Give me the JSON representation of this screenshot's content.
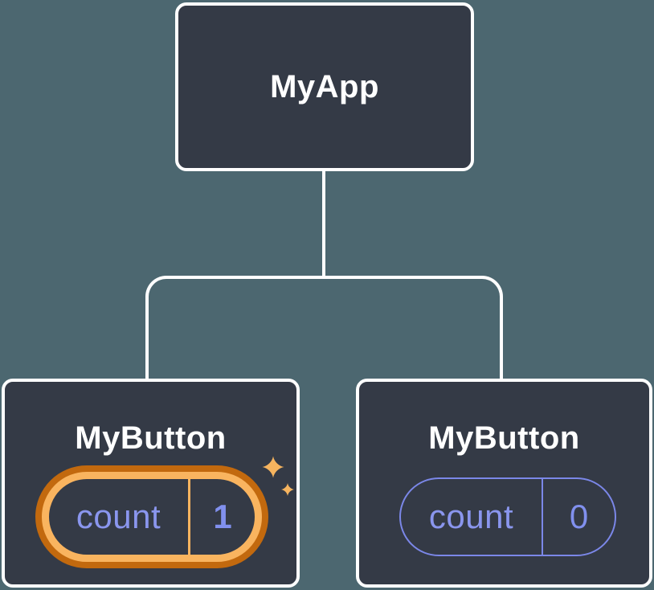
{
  "colors": {
    "background": "#4c6770",
    "node_fill": "#343a46",
    "node_border": "#ffffff",
    "connector": "#ffffff",
    "purple_text": "#8a96ee",
    "purple_value": "#8190ee",
    "purple_border": "#7b87e8",
    "gold": "#f9b45f",
    "orange_dark": "#c2690e",
    "sparkle": "#f6b45f"
  },
  "tree": {
    "root": {
      "label": "MyApp"
    },
    "children": [
      {
        "label": "MyButton",
        "state": {
          "name": "count",
          "value": "1"
        },
        "highlighted": true
      },
      {
        "label": "MyButton",
        "state": {
          "name": "count",
          "value": "0"
        },
        "highlighted": false
      }
    ]
  }
}
